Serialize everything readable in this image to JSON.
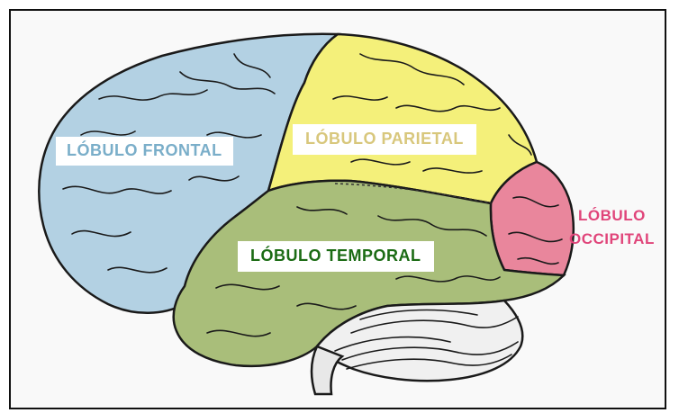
{
  "labels": {
    "frontal": "LÓBULO FRONTAL",
    "parietal": "LÓBULO PARIETAL",
    "temporal": "LÓBULO TEMPORAL",
    "occipital_line1": "LÓBULO",
    "occipital_line2": "OCCIPITAL"
  },
  "colors": {
    "frontal_fill": "#b3d1e3",
    "parietal_fill": "#f4f07a",
    "temporal_fill": "#a9be7a",
    "occipital_fill": "#e9869c",
    "cerebellum_fill": "#f0f0f0",
    "frontal_text": "#7aaec9",
    "parietal_text": "#d8c77c",
    "temporal_text": "#1b6b14",
    "occipital_text": "#e0457a"
  }
}
